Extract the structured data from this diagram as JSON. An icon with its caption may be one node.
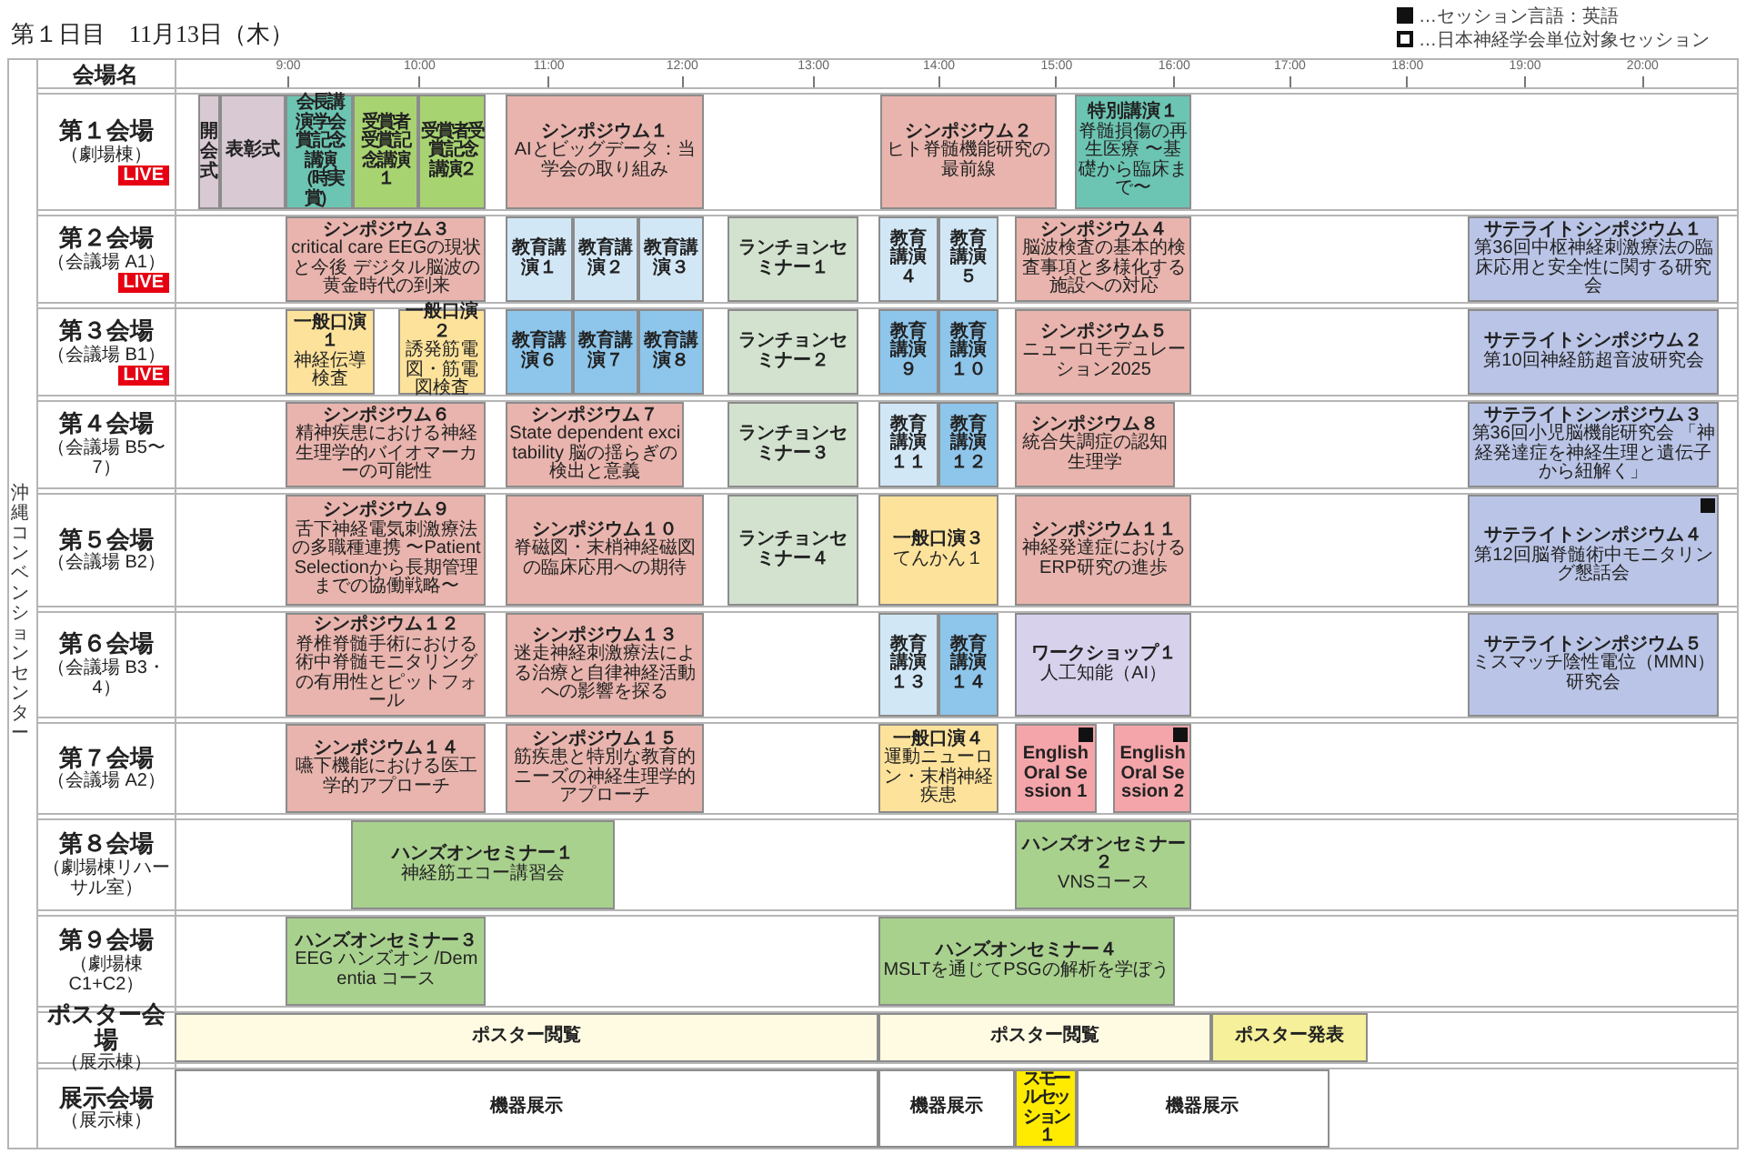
{
  "diagram": {
    "title": "第１日目　11月13日（木）",
    "nodes": [
      {
        "text": [
          "第１会場",
          "（劇場棟）",
          "LIVE"
        ]
      },
      {
        "text": [
          "開会式"
        ]
      },
      {
        "text": [
          "表彰式"
        ]
      },
      {
        "text": [
          "会長講演 学会賞 記念講演（時実賞）"
        ]
      },
      {
        "text": [
          "受賞者受賞 記念講演１"
        ]
      },
      {
        "text": [
          "受賞者受賞 記念講演２"
        ]
      },
      {
        "text": [
          "シンポジウム１",
          "AIとビッグデータ：当学会の取り組み"
        ]
      },
      {
        "text": [
          "シンポジウム２",
          "ヒト脊髄機能研究の最前線"
        ]
      },
      {
        "text": [
          "特別講演１",
          "脊髄損傷の再生医療 〜基礎から臨床まで〜"
        ]
      },
      {
        "text": [
          "第２会場",
          "（会議場 A1）",
          "LIVE"
        ]
      },
      {
        "text": [
          "シンポジウム３",
          "critical care EEGの現状と今後 デジタル脳波の黄金時代の到来"
        ]
      },
      {
        "text": [
          "教育講演１"
        ]
      },
      {
        "text": [
          "教育講演２"
        ]
      },
      {
        "text": [
          "教育講演３"
        ]
      },
      {
        "text": [
          "ランチョンセミナー１"
        ]
      },
      {
        "text": [
          "教育講演４"
        ]
      },
      {
        "text": [
          "教育講演５"
        ]
      },
      {
        "text": [
          "シンポジウム４",
          "脳波検査の基本的検査事項と多様化する施設への対応"
        ]
      },
      {
        "text": [
          "サテライトシンポジウム１",
          "第36回中枢神経刺激療法の臨床応用と安全性に関する研究会"
        ]
      },
      {
        "text": [
          "第３会場",
          "（会議場 B1）",
          "LIVE"
        ]
      },
      {
        "text": [
          "一般口演１",
          "神経伝導検査"
        ]
      },
      {
        "text": [
          "一般口演２",
          "誘発筋電図・筋電図検査"
        ]
      },
      {
        "text": [
          "教育講演６"
        ]
      },
      {
        "text": [
          "教育講演７"
        ]
      },
      {
        "text": [
          "教育講演８"
        ]
      },
      {
        "text": [
          "ランチョンセミナー２"
        ]
      },
      {
        "text": [
          "教育講演９"
        ]
      },
      {
        "text": [
          "教育講演１０"
        ]
      },
      {
        "text": [
          "シンポジウム５",
          "ニューロモデュレーション2025"
        ]
      },
      {
        "text": [
          "サテライトシンポジウム２",
          "第10回神経筋超音波研究会"
        ]
      },
      {
        "text": [
          "第４会場",
          "（会議場 B5〜7）"
        ]
      },
      {
        "text": [
          "シンポジウム６",
          "精神疾患における神経生理学的バイオマーカーの可能性"
        ]
      },
      {
        "text": [
          "シンポジウム７",
          "State dependent excitability 脳の揺らぎの検出と意義"
        ]
      },
      {
        "text": [
          "ランチョンセミナー３"
        ]
      },
      {
        "text": [
          "教育講演１１"
        ]
      },
      {
        "text": [
          "教育講演１２"
        ]
      },
      {
        "text": [
          "シンポジウム８",
          "統合失調症の認知生理学"
        ]
      },
      {
        "text": [
          "サテライトシンポジウム３",
          "第36回小児脳機能研究会 「神経発達症を神経生理と遺伝子から紐解く」"
        ]
      },
      {
        "text": [
          "第５会場",
          "（会議場 B2）"
        ]
      },
      {
        "text": [
          "シンポジウム９",
          "舌下神経電気刺激療法の多職種連携 〜Patient Selectionから長期管理までの協働戦略〜"
        ]
      },
      {
        "text": [
          "シンポジウム１０",
          "脊磁図・末梢神経磁図の臨床応用への期待"
        ]
      },
      {
        "text": [
          "ランチョンセミナー４"
        ]
      },
      {
        "text": [
          "一般口演３",
          "てんかん１"
        ]
      },
      {
        "text": [
          "シンポジウム１１",
          "神経発達症におけるERP研究の進歩"
        ]
      },
      {
        "text": [
          "サテライトシンポジウム４",
          "第12回脳脊髄術中モニタリング懇話会"
        ]
      },
      {
        "text": [
          "第６会場",
          "（会議場 B3・4）"
        ]
      },
      {
        "text": [
          "シンポジウム１２",
          "脊椎脊髄手術における術中脊髄モニタリングの有用性とピットフォール"
        ]
      },
      {
        "text": [
          "シンポジウム１３",
          "迷走神経刺激療法による治療と自律神経活動への影響を探る"
        ]
      },
      {
        "text": [
          "教育講演１３"
        ]
      },
      {
        "text": [
          "教育講演１４"
        ]
      },
      {
        "text": [
          "ワークショップ１",
          "人工知能（AI）"
        ]
      },
      {
        "text": [
          "サテライトシンポジウム５",
          "ミスマッチ陰性電位（MMN）研究会"
        ]
      },
      {
        "text": [
          "第７会場",
          "（会議場 A2）"
        ]
      },
      {
        "text": [
          "シンポジウム１４",
          "嚥下機能における医工学的アプローチ"
        ]
      },
      {
        "text": [
          "シンポジウム１５",
          "筋疾患と特別な教育的ニーズの神経生理学的アプローチ"
        ]
      },
      {
        "text": [
          "一般口演４",
          "運動ニューロン・末梢神経疾患"
        ]
      },
      {
        "text": [
          "English Oral Session 1"
        ]
      },
      {
        "text": [
          "English Oral Session 2"
        ]
      },
      {
        "text": [
          "第８会場",
          "（劇場棟リハーサル室）"
        ]
      },
      {
        "text": [
          "ハンズオンセミナー１",
          "神経筋エコー講習会"
        ]
      },
      {
        "text": [
          "ハンズオンセミナー２",
          "VNSコース"
        ]
      },
      {
        "text": [
          "第９会場",
          "（劇場棟 C1+C2）"
        ]
      },
      {
        "text": [
          "ハンズオンセミナー３",
          "EEG ハンズオン /Dementia コース"
        ]
      },
      {
        "text": [
          "ハンズオンセミナー４",
          "MSLTを通じてPSGの解析を学ぼう"
        ]
      },
      {
        "text": [
          "ポスター会場",
          "（展示棟）"
        ]
      },
      {
        "text": [
          "ポスター閲覧"
        ]
      },
      {
        "text": [
          "ポスター閲覧"
        ]
      },
      {
        "text": [
          "ポスター発表"
        ]
      },
      {
        "text": [
          "展示会場",
          "（展示棟）"
        ]
      },
      {
        "text": [
          "機器展示"
        ]
      },
      {
        "text": [
          "機器展示"
        ]
      },
      {
        "text": [
          "スモールセッション１"
        ]
      },
      {
        "text": [
          "機器展示"
        ]
      }
    ],
    "labels": [
      "会場名",
      "9:00",
      "10:00",
      "11:00",
      "12:00",
      "13:00",
      "14:00",
      "15:00",
      "16:00",
      "17:00",
      "18:00",
      "19:00",
      "20:00",
      "沖縄コンベンションセンター"
    ],
    "legend": [
      {
        "text": "…セッション言語：英語"
      },
      {
        "text": "…日本神経学会単位対象セッション"
      }
    ]
  }
}
